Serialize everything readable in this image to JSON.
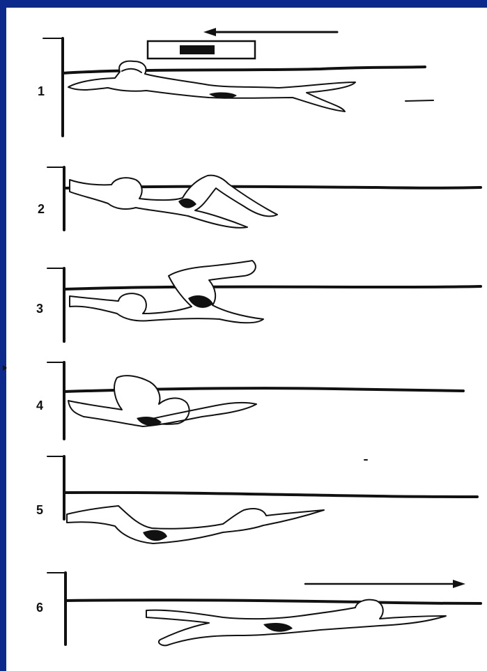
{
  "figure": {
    "frame_color": "#0b2a8c",
    "paper_color": "#ffffff",
    "ink_color": "#111111",
    "wall_sign_text": "",
    "steps": [
      {
        "label": "1",
        "pose": "gliding-on-back-arms-overhead",
        "arrow": "left"
      },
      {
        "label": "2",
        "pose": "knees-bent-approaching-wall",
        "arrow": "none"
      },
      {
        "label": "3",
        "pose": "legs-tucked-overhead",
        "arrow": "none"
      },
      {
        "label": "4",
        "pose": "rotating-feet-to-wall",
        "arrow": "none"
      },
      {
        "label": "5",
        "pose": "push-off-under-water",
        "arrow": "none"
      },
      {
        "label": "6",
        "pose": "streamline-glide",
        "arrow": "right"
      }
    ]
  }
}
